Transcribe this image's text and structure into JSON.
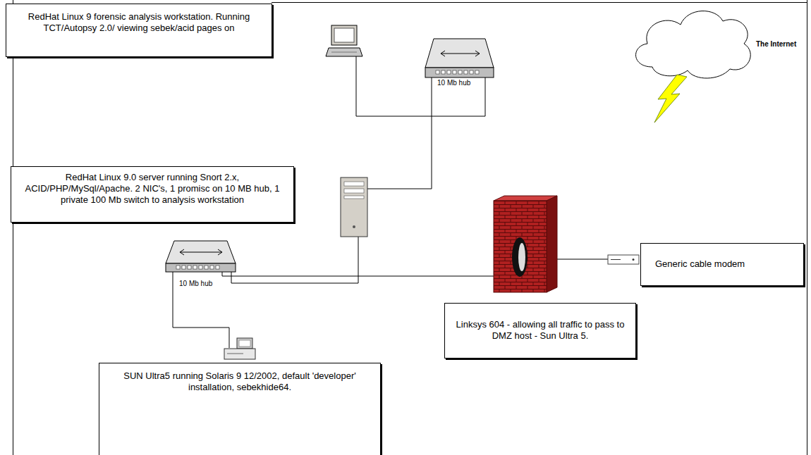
{
  "diagram": {
    "nodes": [
      {
        "text": [
          "RedHat Linux 9 forensic analysis workstation. Running TCT/Autopsy 2.0/ viewing sebek/acid pages on"
        ]
      },
      {
        "text": [
          "RedHat Linux 9.0 server running Snort 2.x, ACID/PHP/MySql/Apache. 2 NIC's, 1 promisc on 10 MB hub, 1 private 100 Mb switch to analysis workstation"
        ]
      },
      {
        "text": [
          "Generic cable modem"
        ]
      },
      {
        "text": [
          "Linksys 604 - allowing all traffic to pass to DMZ host - Sun Ultra 5."
        ]
      },
      {
        "text": [
          "SUN Ultra5 running Solaris 9 12/2002, default 'developer' installation, sebekhide64."
        ]
      }
    ],
    "labels": [
      "10 Mb hub",
      "The Internet",
      "10 Mb hub"
    ]
  }
}
